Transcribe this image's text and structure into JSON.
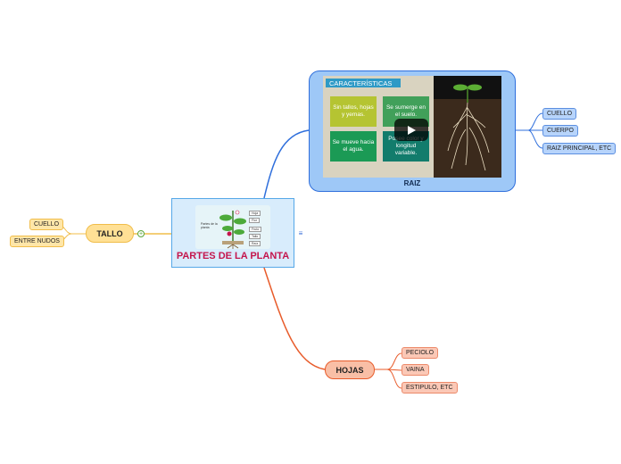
{
  "central": {
    "title": "PARTES DE LA PLANTA",
    "image_caption": "Partes de la planta",
    "image_labels": [
      "Hoja",
      "Flor",
      "Fruto",
      "Tallo",
      "Raíz"
    ]
  },
  "branches": {
    "raiz": {
      "label": "RAIZ",
      "video": {
        "header": "CARACTERÍSTICAS",
        "cards": [
          "Sin tallos, hojas y yemas.",
          "Se sumerge en el suelo.",
          "Se mueve hacia el agua.",
          "Posee color y longitud variable."
        ]
      },
      "children": [
        "CUELLO",
        "CUERPO",
        "RAIZ PRINCIPAL, ETC"
      ]
    },
    "tallo": {
      "label": "TALLO",
      "children": [
        "CUELLO",
        "ENTRE NUDOS"
      ]
    },
    "hojas": {
      "label": "HOJAS",
      "children": [
        "PECIOLO",
        "VAINA",
        "ESTIPULO, ETC"
      ]
    }
  },
  "colors": {
    "raiz": "#2f6fdc",
    "tallo": "#f0bd4a",
    "hojas": "#e85b2a",
    "title": "#c4154c"
  },
  "icons": [
    "play-icon",
    "note-icon",
    "expand-icon"
  ]
}
